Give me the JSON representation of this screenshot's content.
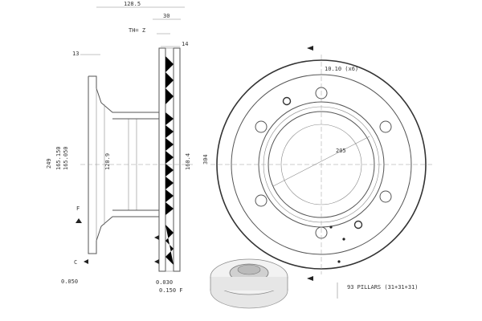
{
  "dimensions": {
    "overall_width": "128.5",
    "flange_width": "30",
    "thickness_label": "TH=  Z",
    "vent_gap": "14",
    "hub_step": "13",
    "height_outer": "249",
    "tol_upper": "165.150",
    "tol_lower": "165.050",
    "hub_bore": "120.9",
    "inner_dia": "160.4",
    "outer_dia": "304",
    "bolt_pattern": "10.10 (x6)",
    "pcd": "205",
    "flatness_left": "0.050",
    "runout_right": "0.030",
    "parallelism": "0.150 F",
    "datum_f": "F",
    "datum_c": "C",
    "pillars_note": "93 PILLARS (31+31+31)"
  }
}
